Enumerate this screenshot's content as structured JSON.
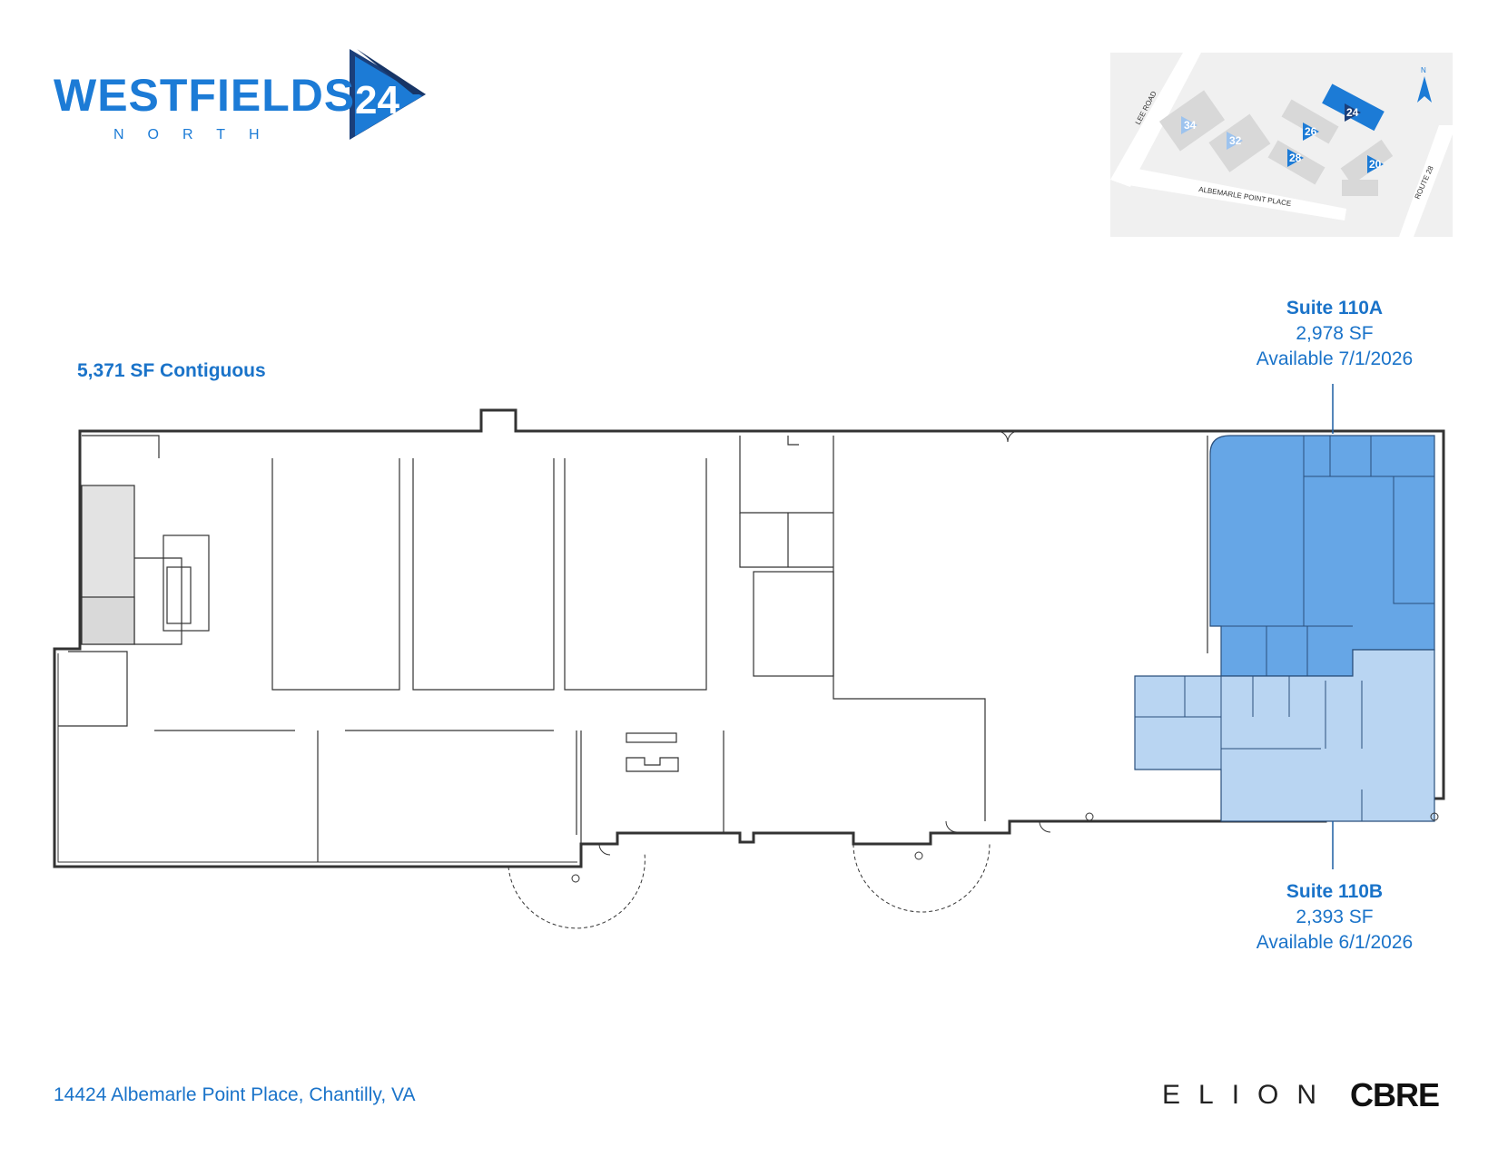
{
  "logo": {
    "word": "WESTFIELDS",
    "sub": "NORTH",
    "number": "24",
    "colors": {
      "primary": "#1c7bd6",
      "dark": "#1b3f7a"
    }
  },
  "site_map": {
    "roads": [
      "LEE ROAD",
      "ALBEMARLE POINT PLACE",
      "ROUTE 28"
    ],
    "buildings": [
      {
        "label": "34",
        "highlighted": false
      },
      {
        "label": "32",
        "highlighted": false
      },
      {
        "label": "26",
        "highlighted": true
      },
      {
        "label": "24",
        "highlighted": true
      },
      {
        "label": "28",
        "highlighted": true
      },
      {
        "label": "20",
        "highlighted": true
      }
    ],
    "north_label": "N"
  },
  "plan": {
    "contiguous_label": "5,371 SF Contiguous",
    "suites": [
      {
        "name": "Suite 110A",
        "area": "2,978 SF",
        "availability": "Available 7/1/2026",
        "color": "#66a6e6"
      },
      {
        "name": "Suite 110B",
        "area": "2,393 SF",
        "availability": "Available 6/1/2026",
        "color": "#b9d5f2"
      }
    ]
  },
  "footer": {
    "address": "14424 Albemarle Point Place, Chantilly, VA",
    "partner_1": "ELION",
    "partner_2": "CBRE"
  }
}
